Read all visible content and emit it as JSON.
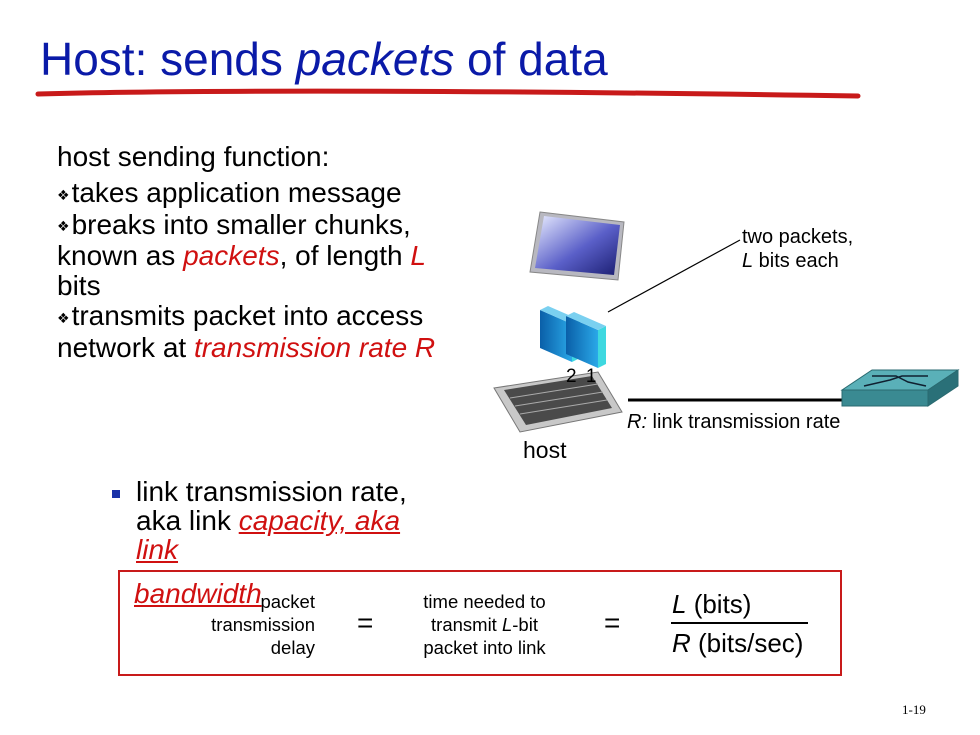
{
  "title": {
    "prefix": "Host: sends ",
    "emph": "packets",
    "suffix": " of data"
  },
  "bullets": {
    "lead": "host sending function:",
    "b1": "takes application message",
    "b2_pre": "breaks into smaller chunks, known as ",
    "b2_emph1": "packets",
    "b2_mid": ", of length ",
    "b2_emph2": "L",
    "b2_post": " bits",
    "b3_pre": "transmits packet into access network at ",
    "b3_emph": "transmission rate R",
    "sub_pre": "link transmission rate, aka link ",
    "sub_emph": "capacity, aka link",
    "sub_emph2": "bandwidth"
  },
  "diagram": {
    "two_packets_line1": "two packets,",
    "two_packets_L": "L",
    "two_packets_line2": " bits each",
    "packet_numbers": "2 1",
    "rate_R": "R:",
    "rate_text": " link transmission rate",
    "host": "host"
  },
  "formula": {
    "left": [
      "packet",
      "transmission",
      "delay"
    ],
    "eq": "=",
    "mid1": "time needed to",
    "mid2_pre": "transmit ",
    "mid2_L": "L",
    "mid2_post": "-bit",
    "mid3": "packet into link",
    "num_L": "L",
    "num_unit": " (bits)",
    "den_R": "R",
    "den_unit": " (bits/sec)"
  },
  "page_number": "1-19",
  "colors": {
    "title": "#0a1aa8",
    "emphasis": "#d01010",
    "box_border": "#c81a1a",
    "underline": "#c81a1a"
  }
}
